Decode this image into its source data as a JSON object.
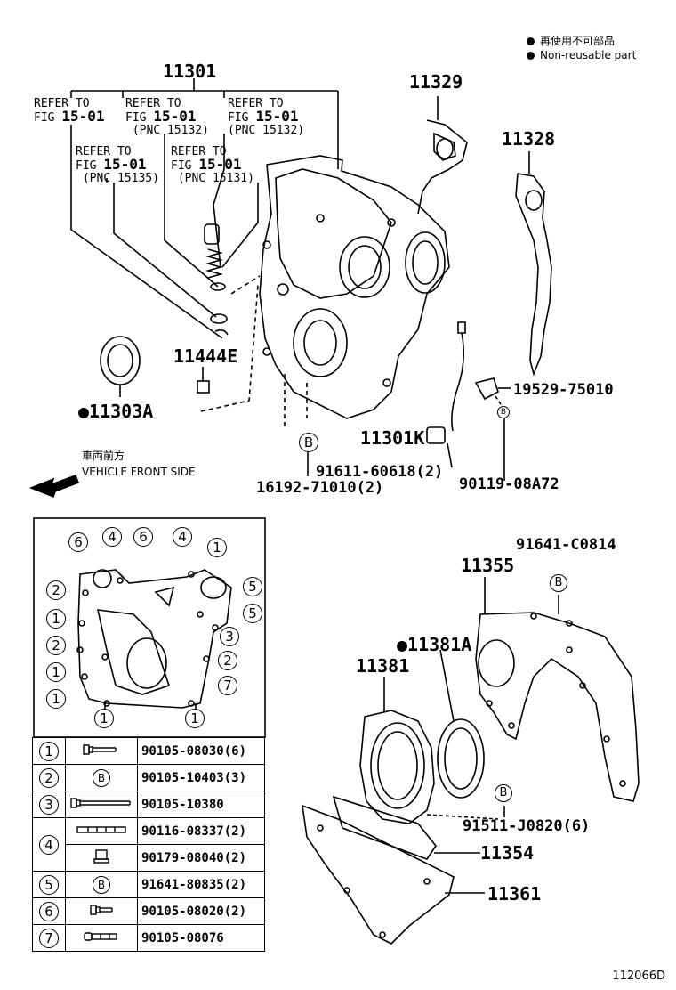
{
  "legend": {
    "line1": "再使用不可部品",
    "line2": "Non-reusable part"
  },
  "callouts": {
    "p11301": "11301",
    "p11329": "11329",
    "p11328": "11328",
    "p11444E": "11444E",
    "p11303A": "11303A",
    "p19529": "19529-75010",
    "p11301K": "11301K",
    "p91611": "91611-60618(2)",
    "p16192": "16192-71010(2)",
    "p90119": "90119-08A72",
    "p91641C": "91641-C0814",
    "p11355": "11355",
    "p11381A": "11381A",
    "p11381": "11381",
    "p91511": "91511-J0820(6)",
    "p11354": "11354",
    "p11361": "11361"
  },
  "refs": {
    "r1_a": "REFER TO",
    "r1_b": "FIG",
    "r1_c": "15-01",
    "r2_a": "REFER TO",
    "r2_b": "FIG",
    "r2_c": "15-01",
    "r2_d": "(PNC 15132)",
    "r3_a": "REFER TO",
    "r3_b": "FIG",
    "r3_c": "15-01",
    "r3_d": "(PNC 15132)",
    "r4_a": "REFER TO",
    "r4_b": "FIG",
    "r4_c": "15-01",
    "r4_d": "(PNC 15135)",
    "r5_a": "REFER TO",
    "r5_b": "FIG",
    "r5_c": "15-01",
    "r5_d": "(PNC 15131)"
  },
  "vehicle_front": {
    "jp": "車両前方",
    "en": "VEHICLE FRONT SIDE"
  },
  "bolt_marker": "B",
  "inset_markers": [
    "6",
    "4",
    "6",
    "4",
    "1",
    "2",
    "1",
    "2",
    "1",
    "1",
    "5",
    "5",
    "3",
    "2",
    "7",
    "1",
    "1"
  ],
  "parts_table": [
    {
      "num": "1",
      "part": "90105-08030(6)",
      "icon": "flange-bolt-icon"
    },
    {
      "num": "2",
      "part": "90105-10403(3)",
      "icon": "b-mark"
    },
    {
      "num": "3",
      "part": "90105-10380",
      "icon": "long-bolt-icon"
    },
    {
      "num": "4",
      "part": "90116-08337(2)",
      "icon": "stud-bolt-icon"
    },
    {
      "num": "",
      "part": "90179-08040(2)",
      "icon": "nut-icon"
    },
    {
      "num": "5",
      "part": "91641-80835(2)",
      "icon": "b-mark"
    },
    {
      "num": "6",
      "part": "90105-08020(2)",
      "icon": "short-bolt-icon"
    },
    {
      "num": "7",
      "part": "90105-08076",
      "icon": "stud-bolt-icon"
    }
  ],
  "figure_code": "112066D"
}
